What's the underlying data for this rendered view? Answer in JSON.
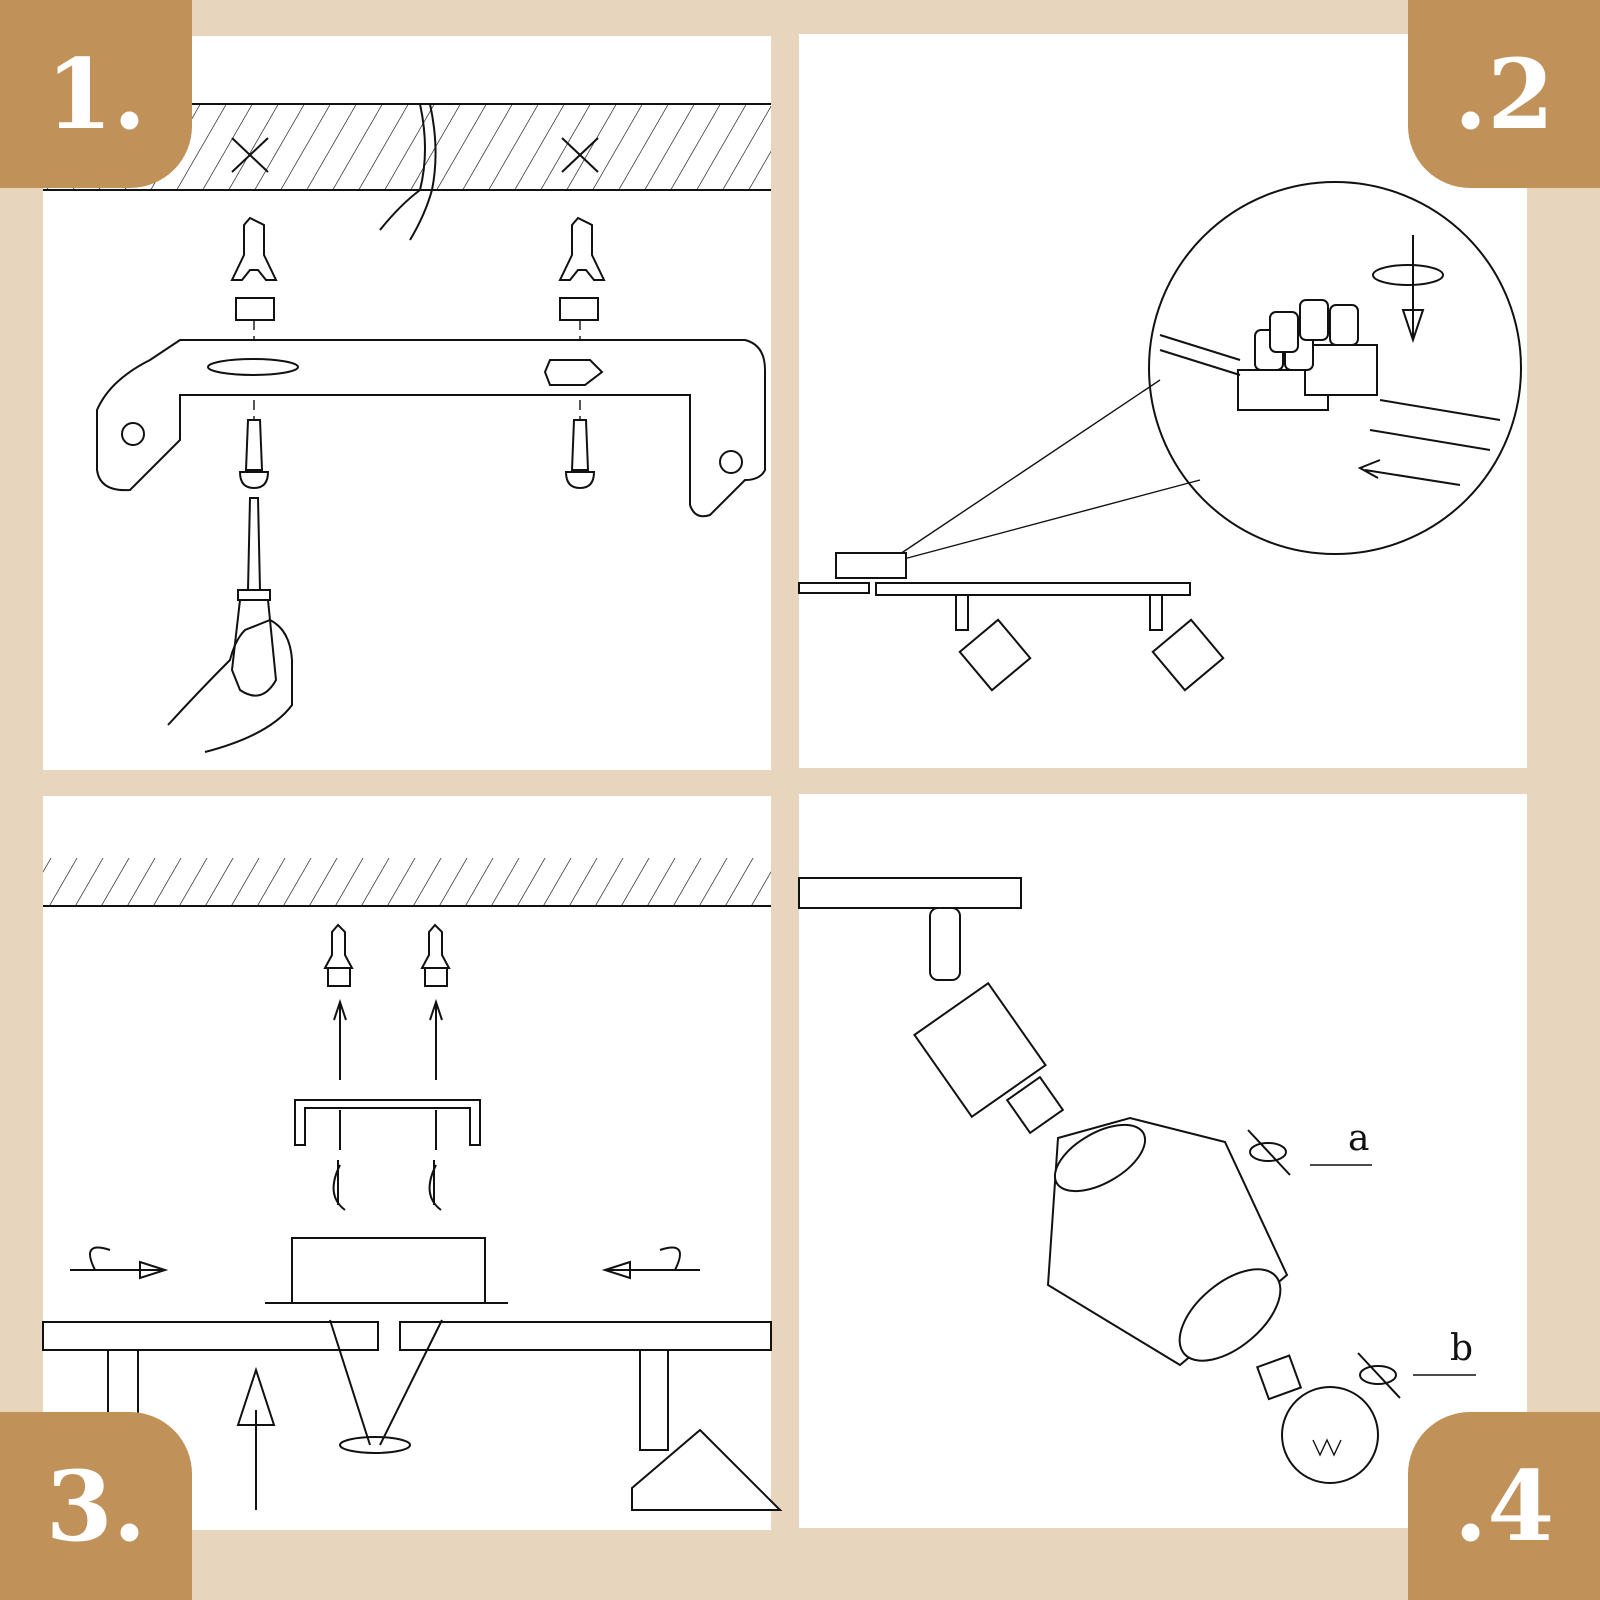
{
  "steps": [
    {
      "number": "1."
    },
    {
      "number": ".2"
    },
    {
      "number": "3."
    },
    {
      "number": ".4"
    }
  ],
  "parts": {
    "a": "a",
    "b": "b"
  },
  "colors": {
    "background": "#e8d5bd",
    "badge": "#c09158",
    "panel": "#ffffff",
    "line": "#111111"
  }
}
